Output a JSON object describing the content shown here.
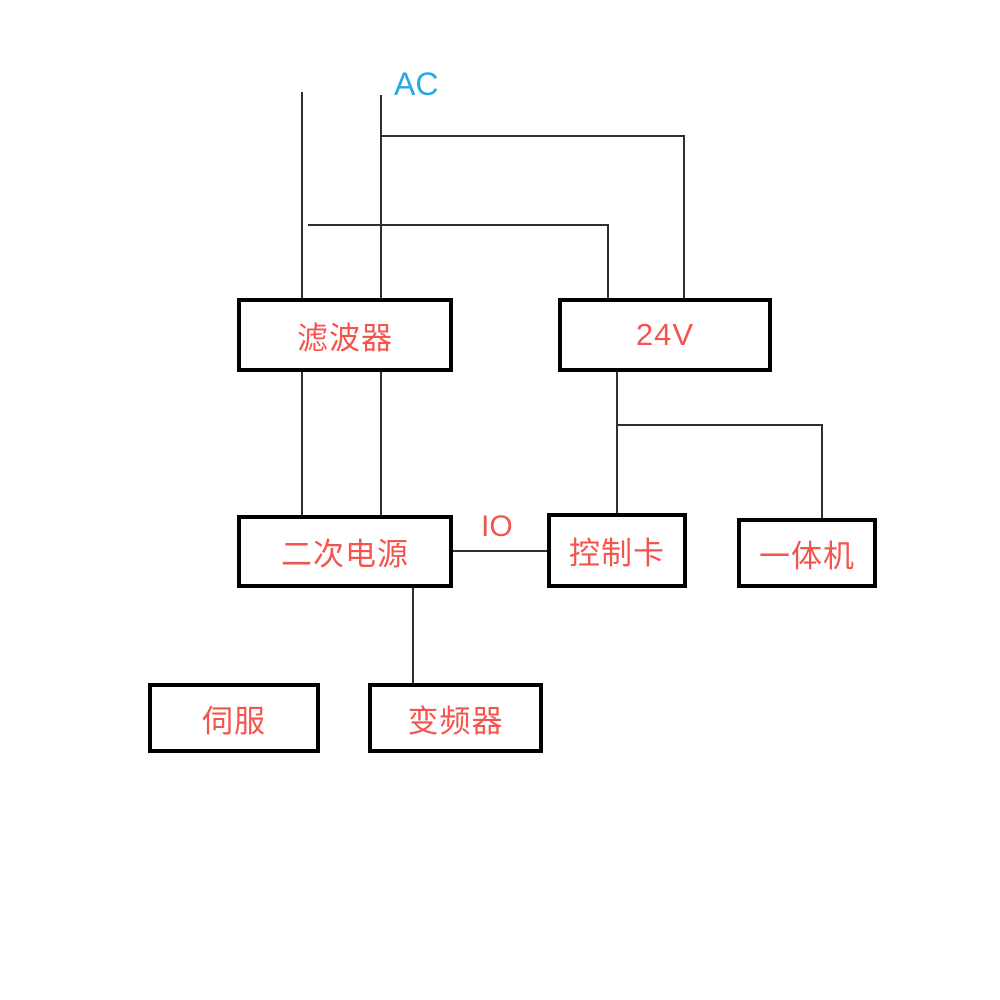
{
  "diagram": {
    "title": "power-wiring-block-diagram",
    "ac_label": "AC",
    "io_label": "IO",
    "nodes": {
      "filter": "滤波器",
      "power24v": "24V",
      "secondary_power": "二次电源",
      "control_card": "控制卡",
      "all_in_one": "一体机",
      "servo": "伺服",
      "inverter": "变频器"
    },
    "connections": [
      {
        "from": "AC",
        "to": "滤波器",
        "label": ""
      },
      {
        "from": "AC",
        "to": "24V",
        "label": ""
      },
      {
        "from": "滤波器",
        "to": "二次电源",
        "label": ""
      },
      {
        "from": "24V",
        "to": "控制卡",
        "label": ""
      },
      {
        "from": "24V",
        "to": "一体机",
        "label": ""
      },
      {
        "from": "二次电源",
        "to": "控制卡",
        "label": "IO"
      },
      {
        "from": "二次电源",
        "to": "变频器",
        "label": ""
      }
    ],
    "colors": {
      "node_text": "#f4544e",
      "ac_text": "#29a9e1",
      "io_text": "#f4544e",
      "border": "#000000",
      "line": "#2f2f2f",
      "background": "#ffffff"
    }
  }
}
